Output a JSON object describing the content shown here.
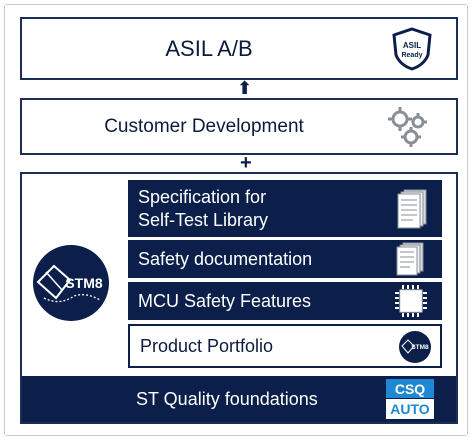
{
  "asil": {
    "title": "ASIL A/B",
    "badge_line1": "ASIL",
    "badge_line2": "Ready"
  },
  "arrow_up": "⬆",
  "customer": {
    "label": "Customer Development"
  },
  "plus": "+",
  "layers": {
    "spec": [
      "Specification for",
      "Self-Test Library"
    ],
    "safety_docs": "Safety documentation",
    "mcu_features": "MCU Safety Features",
    "portfolio": "Product Portfolio"
  },
  "stm8": {
    "logo_text": "STM8"
  },
  "foundation": {
    "label": "ST Quality foundations",
    "badge_top": "CSQ",
    "badge_bottom": "AUTO"
  },
  "colors": {
    "navy": "#0b1f4a",
    "light_blue": "#1e88d2"
  },
  "icons": [
    "shield-icon",
    "gears-icon",
    "document-stack-icon",
    "chip-icon",
    "stm8-logo-icon",
    "csq-auto-badge",
    "zoom-icon"
  ]
}
